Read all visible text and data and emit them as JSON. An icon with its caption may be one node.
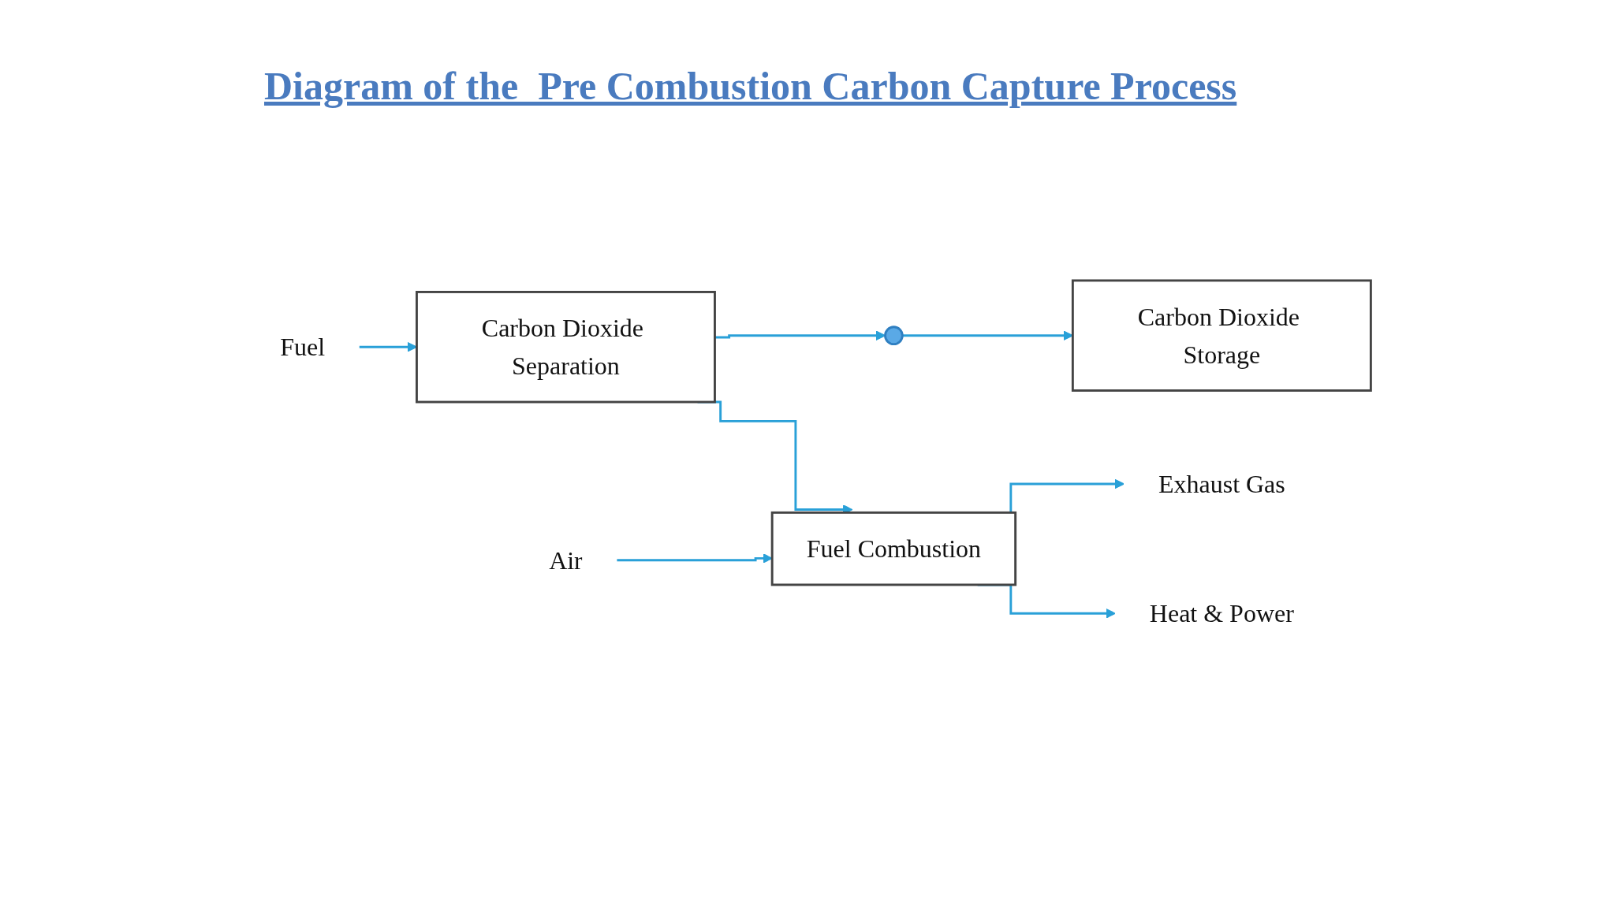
{
  "diagram": {
    "title": "Diagram of the  Pre Combustion Carbon Capture Process",
    "nodes": [
      {
        "text": [
          "Fuel"
        ]
      },
      {
        "text": [
          "Carbon Dioxide Separation"
        ]
      },
      {
        "text": [],
        "shape": "circle"
      },
      {
        "text": [
          "Carbon Dioxide Storage"
        ]
      },
      {
        "text": [
          "Air"
        ]
      },
      {
        "text": [
          "Fuel Combustion"
        ]
      },
      {
        "text": [
          "Exhaust Gas"
        ]
      },
      {
        "text": [
          "Heat & Power"
        ]
      }
    ],
    "edges": [
      {
        "from": 0,
        "to": 1,
        "arrow": "to"
      },
      {
        "from": 1,
        "to": 2,
        "arrow": "to"
      },
      {
        "from": 2,
        "to": 3,
        "arrow": "to"
      },
      {
        "from": 1,
        "to": 5,
        "arrow": "to"
      },
      {
        "from": 4,
        "to": 5,
        "arrow": "to"
      },
      {
        "from": 5,
        "to": 6,
        "arrow": "to"
      },
      {
        "from": 5,
        "to": 7,
        "arrow": "to"
      }
    ]
  }
}
